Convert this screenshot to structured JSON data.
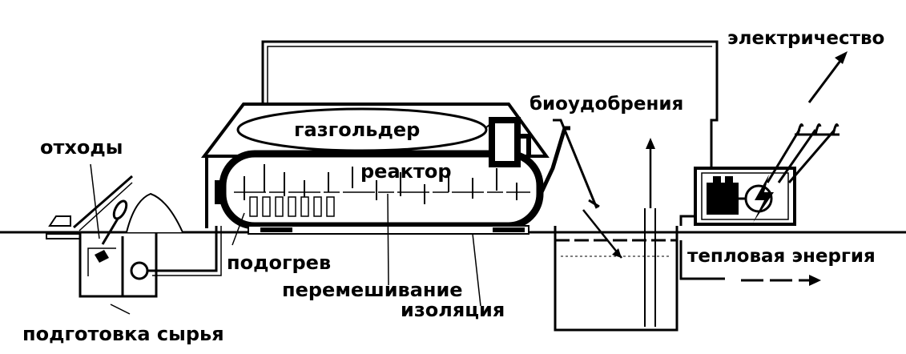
{
  "labels": {
    "waste": "отходы",
    "gasholder": "газгольдер",
    "reactor": "реактор",
    "biofertilizer": "биоудобрения",
    "electricity": "электричество",
    "heating": "подогрев",
    "mixing": "перемешивание",
    "insulation": "изоляция",
    "thermal_energy": "тепловая энергия",
    "feedstock_prep": "подготовка сырья"
  },
  "colors": {
    "ink": "#000000",
    "background": "#ffffff"
  }
}
